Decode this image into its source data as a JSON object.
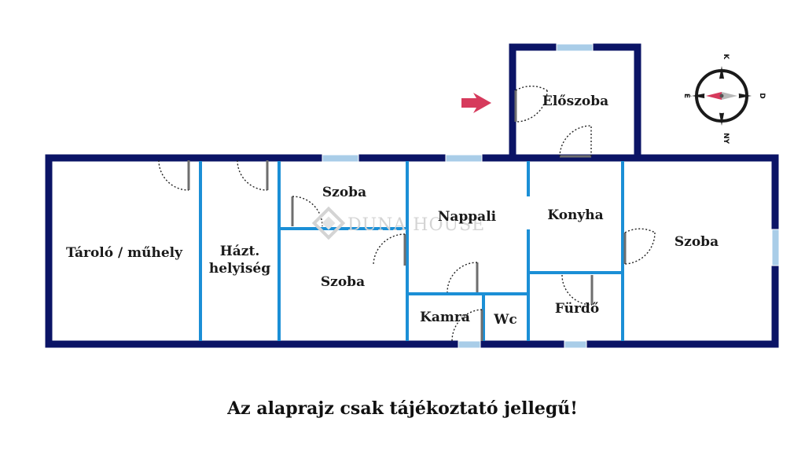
{
  "rooms": {
    "taroloMuhely": "Tároló / műhely",
    "haztartasi_line1": "Házt.",
    "haztartasi_line2": "helyiség",
    "szobaTop": "Szoba",
    "szobaBottom": "Szoba",
    "nappali": "Nappali",
    "konyha": "Konyha",
    "szobaRight": "Szoba",
    "eloszoba": "Előszoba",
    "kamra": "Kamra",
    "wc": "Wc",
    "furdo": "Fürdő"
  },
  "compass": {
    "north": "K",
    "east": "D",
    "south": "NY",
    "west": "É"
  },
  "watermark": "DUNA HOUSE",
  "disclaimer": "Az alaprajz csak tájékoztató jellegű!",
  "colors": {
    "wall": "#0b1466",
    "innerWall": "#1b8fd6",
    "window": "#a9cde8",
    "door": "#6e6e6e",
    "arrow": "#d63a5c"
  }
}
